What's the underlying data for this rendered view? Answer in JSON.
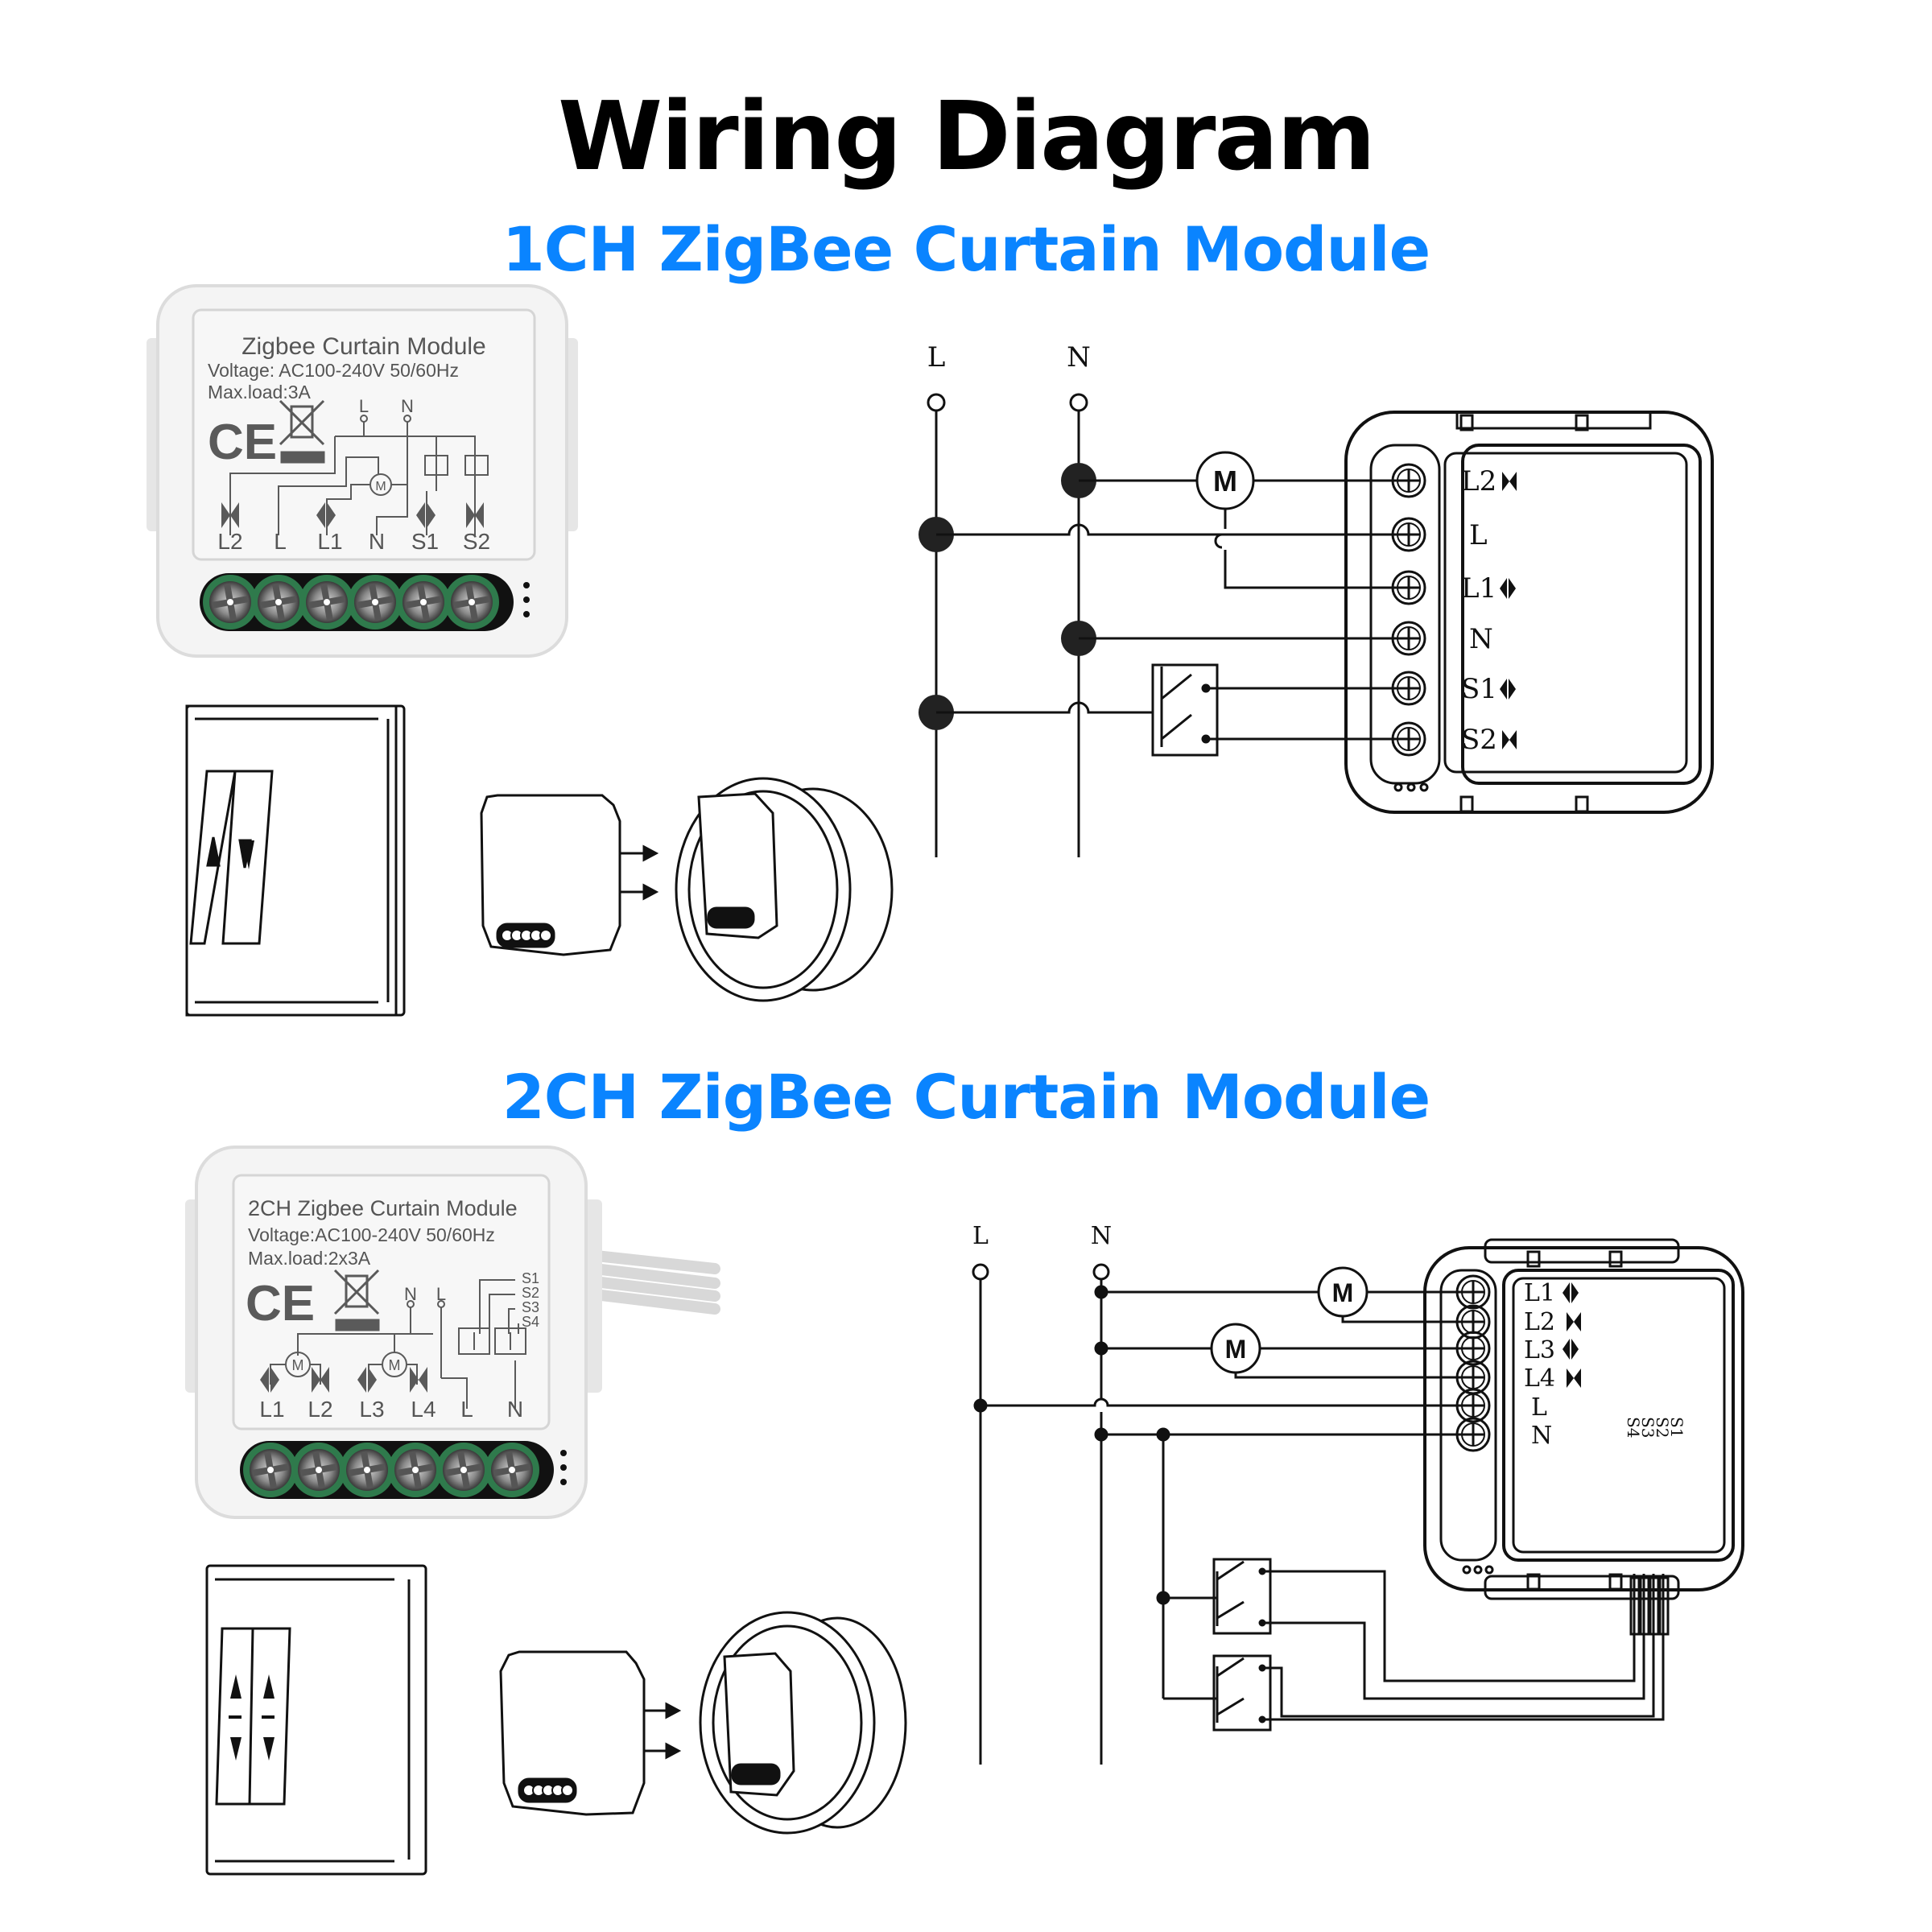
{
  "header": {
    "title": "Wiring Diagram"
  },
  "colors": {
    "title": "#000000",
    "accent_blue": "#0a84ff",
    "terminal_green": "#3f8a5c",
    "label_gray": "#5a5a5a",
    "line": "#111111"
  },
  "sections": [
    {
      "title": "1CH ZigBee Curtain Module",
      "product_label": {
        "name": "Zigbee Curtain Module",
        "voltage": "Voltage: AC100-240V 50/60Hz",
        "max_load": "Max.load:3A",
        "certification": "CE",
        "top_terminals": [
          "L",
          "N"
        ],
        "terminals": [
          "L2",
          "L",
          "L1",
          "N",
          "S1",
          "S2"
        ],
        "motor_symbol": "M"
      },
      "wiring": {
        "supply_labels": [
          "L",
          "N"
        ],
        "motor_label": "M",
        "terminal_labels": [
          "L2",
          "L",
          "L1",
          "N",
          "S1",
          "S2"
        ],
        "direction_icons": [
          "close-icon",
          "",
          "open-icon",
          "",
          "open-icon",
          "close-icon"
        ]
      },
      "wall_switch": {
        "buttons": [
          "up-arrow-icon",
          "down-arrow-icon"
        ]
      }
    },
    {
      "title": "2CH ZigBee Curtain Module",
      "product_label": {
        "name": "2CH Zigbee Curtain Module",
        "voltage": "Voltage:AC100-240V 50/60Hz",
        "max_load": "Max.load:2x3A",
        "certification": "CE",
        "top_terminals": [
          "N",
          "L"
        ],
        "switch_inputs": [
          "S1",
          "S2",
          "S3",
          "S4"
        ],
        "terminals": [
          "L1",
          "L2",
          "L3",
          "L4",
          "L",
          "N"
        ],
        "motor_symbol": "M"
      },
      "wiring": {
        "supply_labels": [
          "L",
          "N"
        ],
        "motor_label": "M",
        "terminal_labels": [
          "L1",
          "L2",
          "L3",
          "L4",
          "L",
          "N"
        ],
        "direction_icons": [
          "open-icon",
          "close-icon",
          "open-icon",
          "close-icon",
          "",
          ""
        ],
        "wire_labels": [
          "S1",
          "S2",
          "S3",
          "S4"
        ]
      },
      "wall_switch": {
        "buttons": [
          "up-down-icon",
          "up-down-icon"
        ]
      }
    }
  ]
}
